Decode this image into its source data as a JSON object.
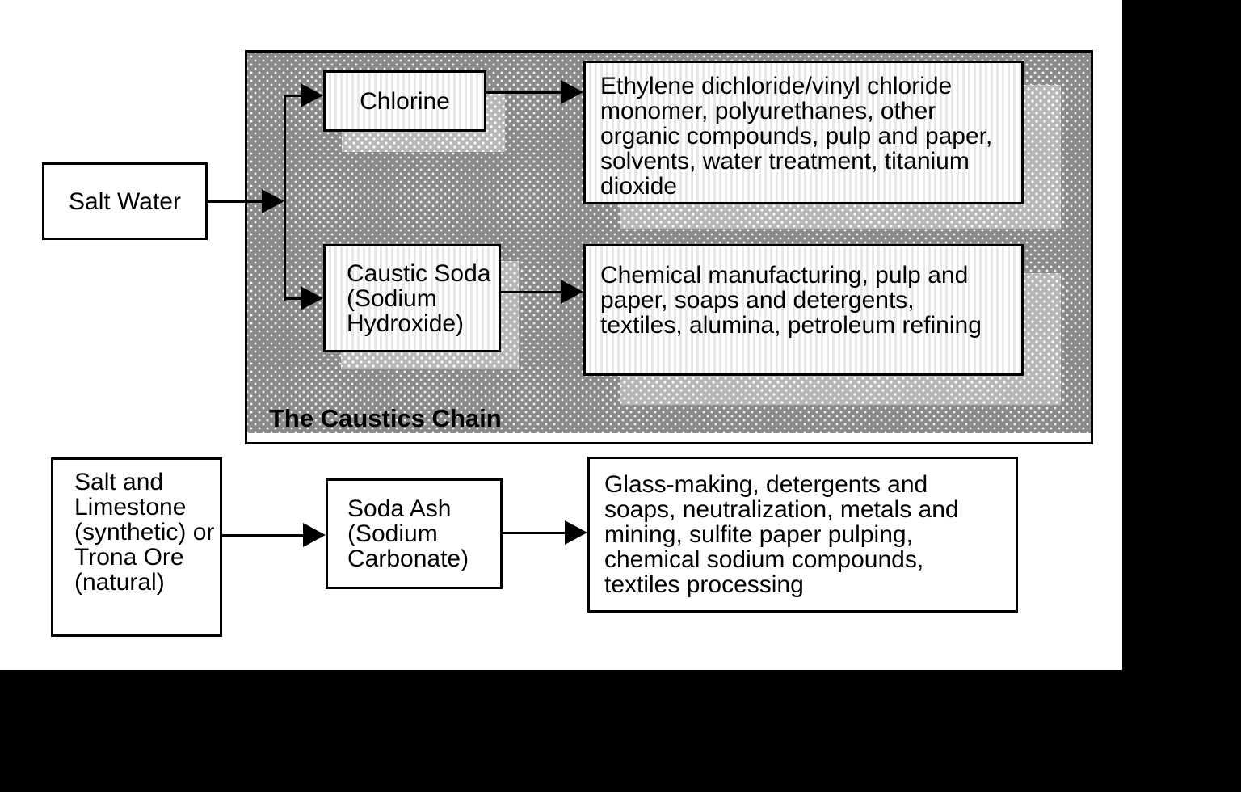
{
  "diagram": {
    "panel_title": "The Caustics Chain",
    "colors": {
      "background": "#ffffff",
      "panel_fill": "#8a8a8a",
      "panel_dot": "#f2f2f2",
      "shadow_fill": "#b7b7b7",
      "box_stripe": "#e8e8e8",
      "border": "#000000",
      "mask": "#000000"
    },
    "nodes": {
      "salt_water": {
        "label": "Salt Water"
      },
      "chlorine": {
        "label": "Chlorine"
      },
      "caustic_soda": {
        "label": "Caustic Soda\n(Sodium\nHydroxide)"
      },
      "chlorine_uses": {
        "label": "Ethylene dichloride/vinyl chloride\nmonomer, polyurethanes, other\norganic compounds, pulp and paper,\nsolvents, water treatment, titanium\ndioxide"
      },
      "caustic_uses": {
        "label": "Chemical manufacturing, pulp and\npaper, soaps and detergents,\ntextiles, alumina, petroleum refining"
      },
      "salt_limestone": {
        "label": "Salt and\nLimestone\n(synthetic) or\nTrona Ore\n(natural)"
      },
      "soda_ash": {
        "label": "Soda Ash\n(Sodium\nCarbonate)"
      },
      "soda_ash_uses": {
        "label": "Glass-making, detergents and\nsoaps, neutralization, metals and\nmining, sulfite paper pulping,\nchemical sodium compounds,\ntextiles processing"
      }
    }
  }
}
